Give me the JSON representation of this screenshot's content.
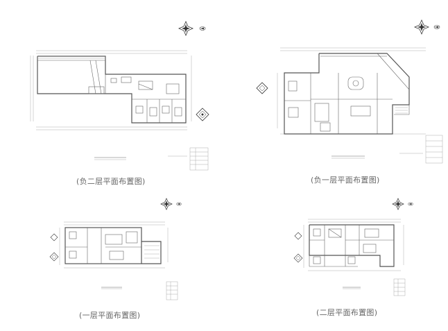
{
  "plans": [
    {
      "id": "b2",
      "caption": "(负二层平面布置图)"
    },
    {
      "id": "b1",
      "caption": "(负一层平面布置图)"
    },
    {
      "id": "f1",
      "caption": "(一层平面布置图)"
    },
    {
      "id": "f2",
      "caption": "(二层平面布置图)"
    }
  ],
  "icons": {
    "compass": "compass-rose-icon",
    "north": "north-arrow-icon"
  }
}
